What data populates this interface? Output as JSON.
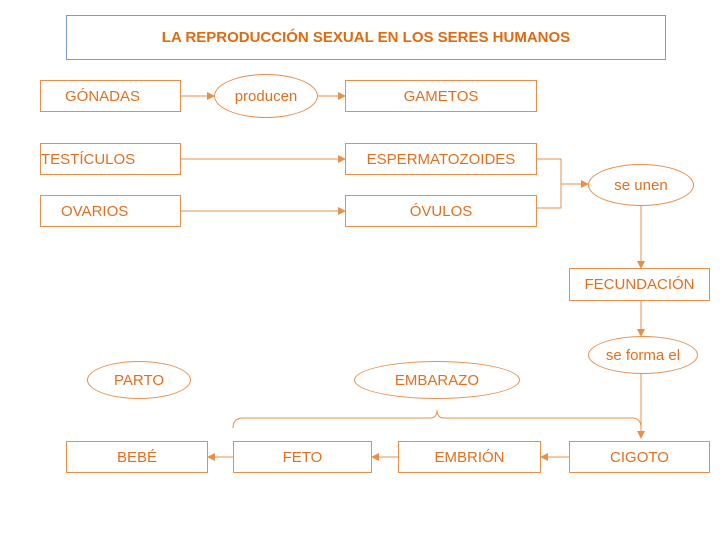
{
  "title": "LA REPRODUCCIÓN SEXUAL EN LOS SERES HUMANOS",
  "nodes": {
    "gonadas": "GÓNADAS",
    "producen": "producen",
    "gametos": "GAMETOS",
    "testiculos": "TESTÍCULOS",
    "espermatozoides": "ESPERMATOZOIDES",
    "ovarios": "OVARIOS",
    "ovulos": "ÓVULOS",
    "se_unen": "se unen",
    "fecundacion": "FECUNDACIÓN",
    "se_forma_el": "se forma el",
    "parto": "PARTO",
    "embarazo": "EMBARAZO",
    "bebe": "BEBÉ",
    "feto": "FETO",
    "embrion": "EMBRIÓN",
    "cigoto": "CIGOTO"
  },
  "colors": {
    "accent": "#e8904a",
    "text": "#e07020",
    "title_border": "#7a9cc9"
  }
}
